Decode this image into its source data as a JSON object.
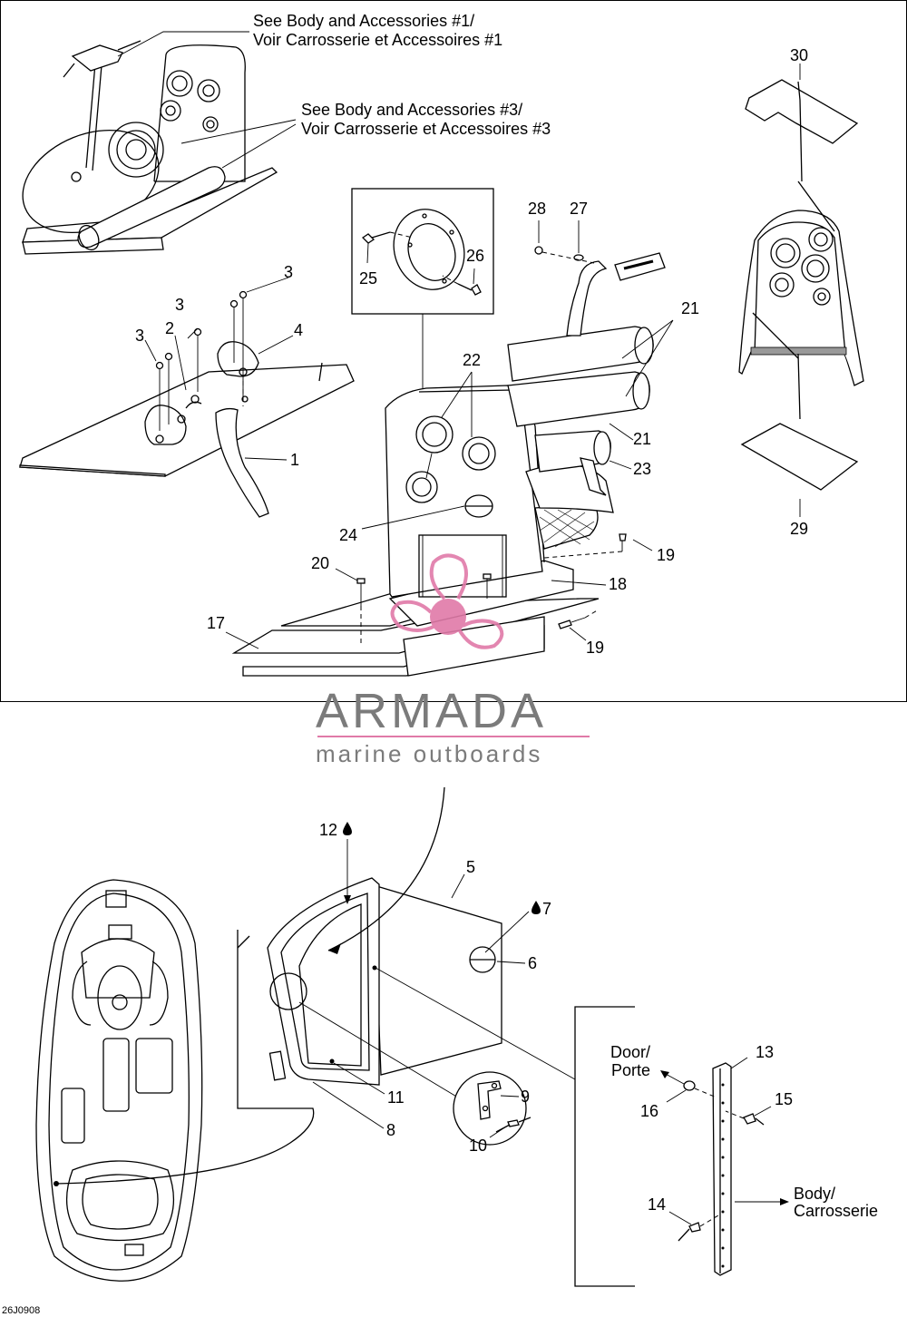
{
  "diagram": {
    "drawing_code": "26J0908",
    "notes": {
      "body_acc_1_en": "See Body and Accessories #1/",
      "body_acc_1_fr": "Voir Carrosserie et Accessoires #1",
      "body_acc_3_en": "See Body and Accessories #3/",
      "body_acc_3_fr": "Voir Carrosserie et Accessoires #3",
      "door_en": "Door/",
      "door_fr": "Porte",
      "body_en": "Body/",
      "body_fr": "Carrosserie"
    },
    "callouts": {
      "c1": "1",
      "c2": "2",
      "c3a": "3",
      "c3b": "3",
      "c3c": "3",
      "c4": "4",
      "c5": "5",
      "c6": "6",
      "c7": "7",
      "c8": "8",
      "c9": "9",
      "c10": "10",
      "c11": "11",
      "c12": "12",
      "c13": "13",
      "c14": "14",
      "c15": "15",
      "c16": "16",
      "c17": "17",
      "c18": "18",
      "c19a": "19",
      "c19b": "19",
      "c20": "20",
      "c21a": "21",
      "c21b": "21",
      "c22": "22",
      "c23": "23",
      "c24": "24",
      "c25": "25",
      "c26": "26",
      "c27": "27",
      "c28": "28",
      "c29": "29",
      "c30": "30"
    },
    "watermark": {
      "brand": "ARMADA",
      "tagline": "marine outboards",
      "accent_color": "#e07aa8",
      "text_color": "#7b7b7b"
    },
    "icons": [
      "adhesive-drop-icon"
    ]
  }
}
